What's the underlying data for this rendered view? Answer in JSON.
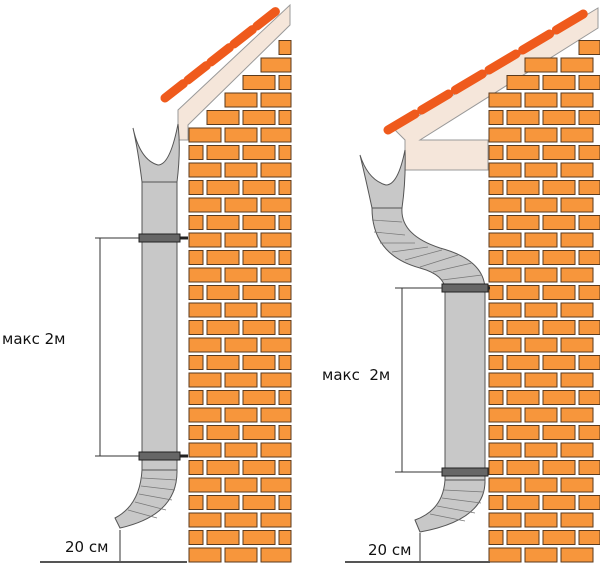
{
  "left": {
    "label_max": "макс 2м",
    "label_gap": "20 см"
  },
  "right": {
    "label_max": "макс  2м",
    "label_gap": "20 см"
  },
  "colors": {
    "brick": "#f7963c",
    "tile": "#ef5a1c",
    "pipe": "#c8c8c8",
    "soffit": "#f5e6da"
  }
}
